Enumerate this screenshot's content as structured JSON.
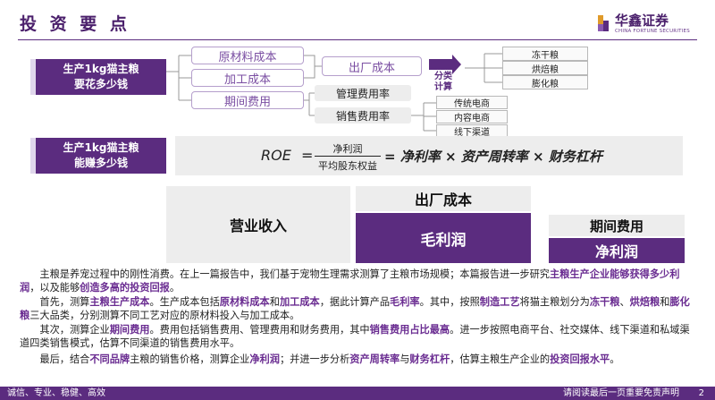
{
  "header": {
    "title": "投 资 要 点",
    "brand_name": "华鑫证券",
    "brand_sub": "CHINA FORTUNE SECURITIES"
  },
  "question1": {
    "line1": "生产1kg猫主粮",
    "line2": "要花多少钱"
  },
  "question2": {
    "line1": "生产1kg猫主粮",
    "line2": "能赚多少钱"
  },
  "cost_items": [
    "原材料成本",
    "加工成本",
    "期间费用"
  ],
  "factory_cost": "出厂成本",
  "period_fees": [
    "管理费用率",
    "销售费用率"
  ],
  "classify_label": "分类\n计算",
  "product_types": [
    "冻干粮",
    "烘焙粮",
    "膨化粮"
  ],
  "channels": [
    "传统电商",
    "内容电商",
    "线下渠道"
  ],
  "roe": {
    "lhs": "ROE",
    "eq": "=",
    "numerator": "净利润",
    "denominator": "平均股东权益",
    "rhs": "= 净利率 × 资产周转率 × 财务杠杆"
  },
  "profit": {
    "revenue": "营业收入",
    "factory_cost": "出厂成本",
    "gross_profit": "毛利润",
    "period_fee": "期间费用",
    "net_profit": "净利润"
  },
  "paragraphs": [
    [
      {
        "t": "　　主粮是养宠过程中的刚性消费。在上一篇报告中，我们基于宠物生理需求测算了主粮市场规模；本篇报告进一步研究"
      },
      {
        "t": "主粮生产企业能够获得多少利润",
        "h": true
      },
      {
        "t": "，以及能够"
      },
      {
        "t": "创造多高的投资回报",
        "h": true
      },
      {
        "t": "。"
      }
    ],
    [
      {
        "t": "　　首先，测算"
      },
      {
        "t": "主粮生产成本",
        "h": true
      },
      {
        "t": "。生产成本包括"
      },
      {
        "t": "原材料成本",
        "h": true
      },
      {
        "t": "和"
      },
      {
        "t": "加工成本",
        "h": true
      },
      {
        "t": "，据此计算产品"
      },
      {
        "t": "毛利率",
        "h": true
      },
      {
        "t": "。其中，按照"
      },
      {
        "t": "制造工艺",
        "h": true
      },
      {
        "t": "将猫主粮划分为"
      },
      {
        "t": "冻干粮",
        "h": true
      },
      {
        "t": "、"
      },
      {
        "t": "烘焙粮",
        "h": true
      },
      {
        "t": "和"
      },
      {
        "t": "膨化粮",
        "h": true
      },
      {
        "t": "三大品类，分别测算不同工艺对应的原材料投入与加工成本。"
      }
    ],
    [
      {
        "t": "　　其次，测算企业"
      },
      {
        "t": "期间费用",
        "h": true
      },
      {
        "t": "。费用包括销售费用、管理费用和财务费用，其中"
      },
      {
        "t": "销售费用占比最高",
        "h": true
      },
      {
        "t": "。进一步按照电商平台、社交媒体、线下渠道和私域渠道四类销售模式，估算不同渠道的销售费用水平。"
      }
    ],
    [
      {
        "t": "　　最后，结合"
      },
      {
        "t": "不同品牌",
        "h": true
      },
      {
        "t": "主粮的销售价格，测算企业"
      },
      {
        "t": "净利润",
        "h": true
      },
      {
        "t": "；并进一步分析"
      },
      {
        "t": "资产周转率",
        "h": true
      },
      {
        "t": "与"
      },
      {
        "t": "财务杠杆",
        "h": true
      },
      {
        "t": "，估算主粮生产企业的"
      },
      {
        "t": "投资回报水平",
        "h": true
      },
      {
        "t": "。"
      }
    ]
  ],
  "footer": {
    "left": "诚信、专业、稳健、高效",
    "right": "请阅读最后一页重要免责声明",
    "page": "2"
  },
  "colors": {
    "brand_purple": "#5b2c7f",
    "light_purple_border": "#b59fcc",
    "grey_fill": "#ededed"
  }
}
